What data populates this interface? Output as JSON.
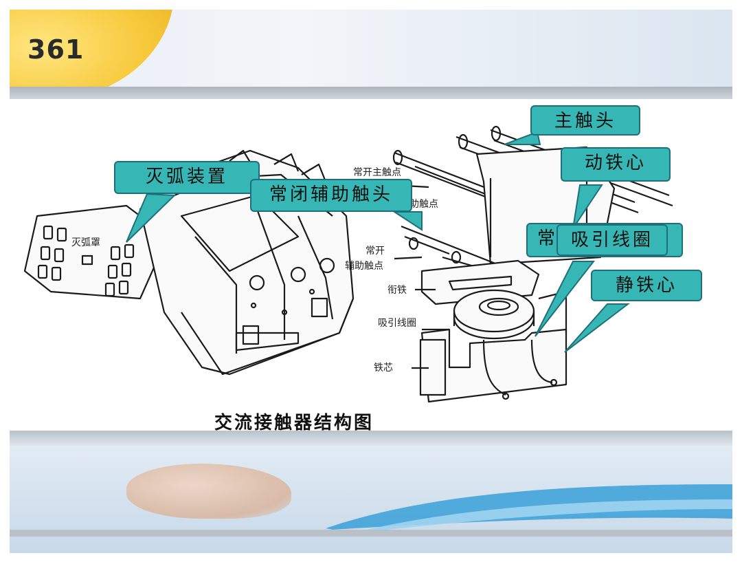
{
  "slide_number": "361",
  "caption": "交流接触器结构图",
  "callouts": {
    "arc_device": "灭弧装置",
    "nc_aux_contact": "常闭辅助触头",
    "main_contact": "主触头",
    "moving_core": "动铁心",
    "hidden_label": "常",
    "attract_coil": "吸引线圈",
    "static_core": "静铁心"
  },
  "diagram_labels": {
    "arc_hood": "灭弧罩",
    "no_main_contact": "常开主触点",
    "aux_contact_partial": "助触点",
    "no_aux_1": "常开",
    "no_aux_2": "辅助触点",
    "armature": "衔铁",
    "coil": "吸引线圈",
    "core": "铁芯"
  },
  "colors": {
    "callout_fill": "#36b7b5",
    "callout_border": "#1f6f7a",
    "accent_yellow": "#f7c93c"
  }
}
